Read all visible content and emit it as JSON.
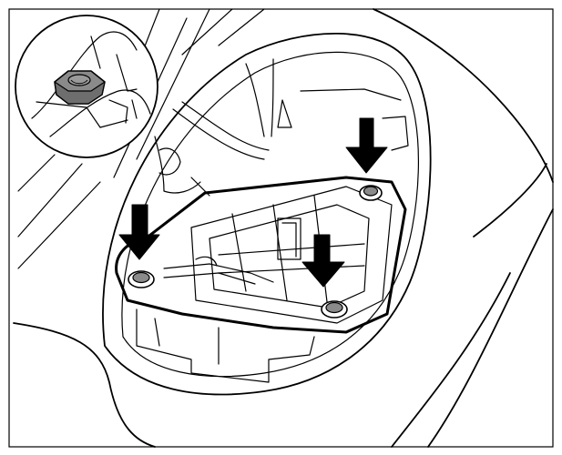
{
  "figure": {
    "callouts": [
      {
        "label": "nut-front-left"
      },
      {
        "label": "nut-rear-right"
      },
      {
        "label": "nut-front-right"
      }
    ],
    "colors": {
      "line": "#000000",
      "paper": "#ffffff",
      "nut_shade": "#8a8a8a"
    }
  }
}
